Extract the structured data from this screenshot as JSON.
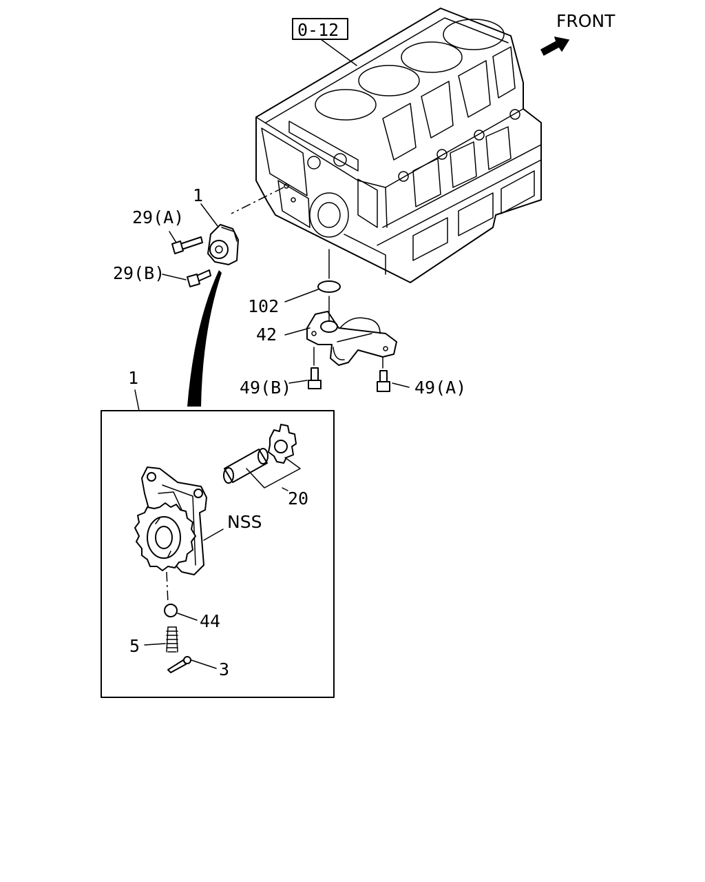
{
  "diagram": {
    "ref_box": "0-12",
    "front_label": "FRONT",
    "labels": {
      "pump_top": "1",
      "bolt_a": "29(A)",
      "bolt_b": "29(B)",
      "oring": "102",
      "pipe": "42",
      "pipe_bolt_b": "49(B)",
      "pipe_bolt_a": "49(A)",
      "pump_detail": "1",
      "gear_shaft": "20",
      "nss": "NSS",
      "ball": "44",
      "spring": "5",
      "pin": "3"
    }
  }
}
